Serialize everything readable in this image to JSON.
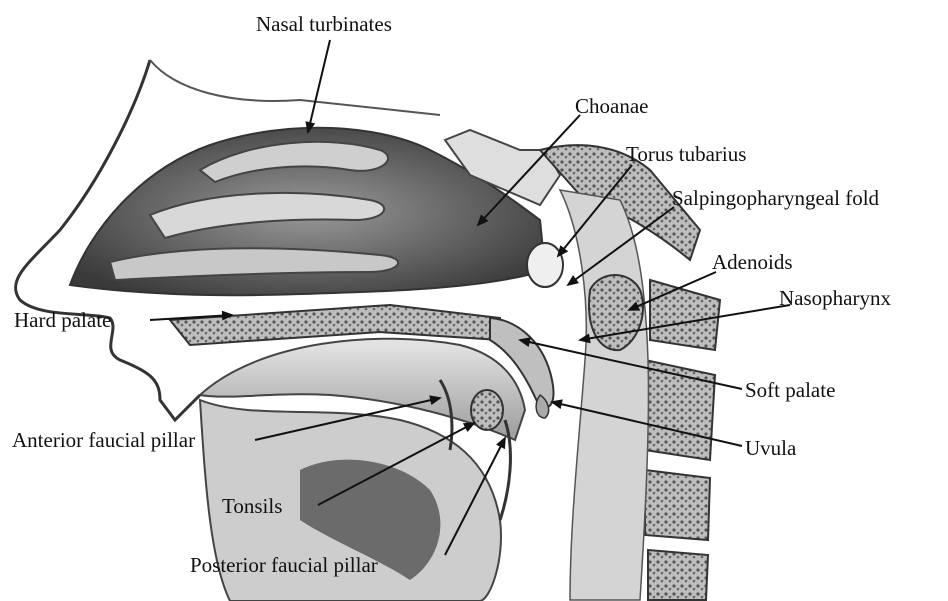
{
  "colors": {
    "background": "#ffffff",
    "ink": "#111111",
    "shade_dark": "#3a3a3a",
    "shade_mid": "#8a8a8a",
    "shade_light": "#d6d6d6"
  },
  "labels": {
    "nasal_turbinates": "Nasal turbinates",
    "choanae": "Choanae",
    "torus_tubarius": "Torus tubarius",
    "salpingopharyngeal_fold": "Salpingopharyngeal fold",
    "adenoids": "Adenoids",
    "nasopharynx": "Nasopharynx",
    "hard_palate": "Hard palate",
    "soft_palate": "Soft palate",
    "anterior_faucial_pillar": "Anterior faucial pillar",
    "uvula": "Uvula",
    "tonsils": "Tonsils",
    "posterior_faucial_pillar": "Posterior faucial pillar"
  }
}
